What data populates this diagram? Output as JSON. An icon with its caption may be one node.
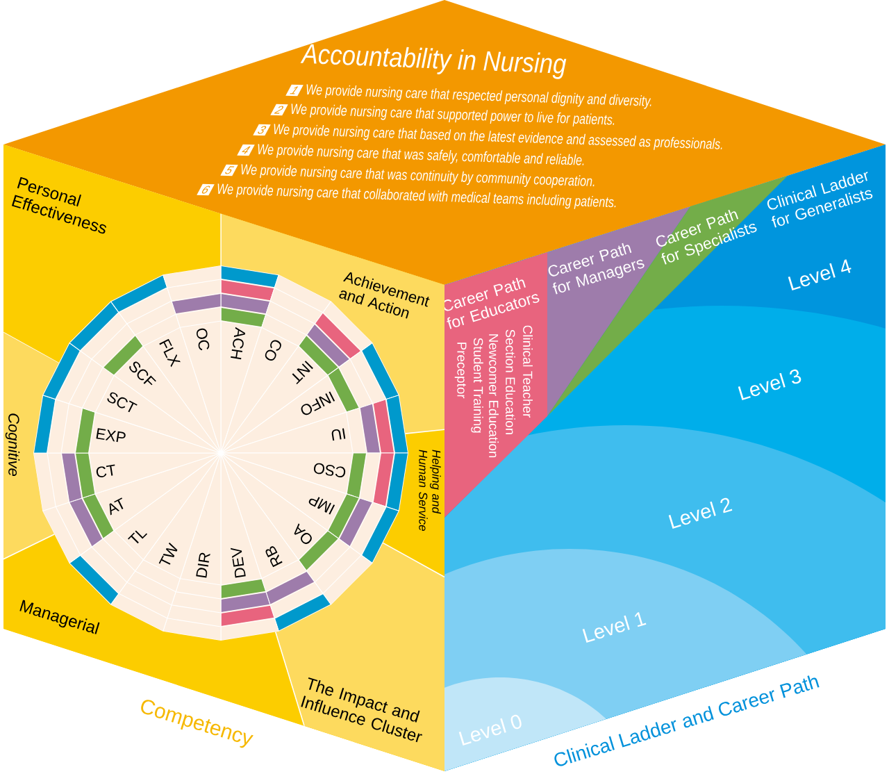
{
  "diagram": {
    "nodes": [
      {
        "text": [
          "Accountability in Nursing"
        ]
      },
      {
        "text": [
          "1"
        ],
        "in": 0,
        "beside": [
          "We provide nursing care that respected personal dignity and diversity."
        ]
      },
      {
        "text": [
          "2"
        ],
        "in": 0,
        "beside": [
          "We provide nursing care that supported power to live for patients."
        ]
      },
      {
        "text": [
          "3"
        ],
        "in": 0,
        "beside": [
          "We provide nursing care that based on the latest evidence and assessed as professionals."
        ]
      },
      {
        "text": [
          "4"
        ],
        "in": 0,
        "beside": [
          "We provide nursing care that was safely, comfortable and reliable."
        ]
      },
      {
        "text": [
          "5"
        ],
        "in": 0,
        "beside": [
          "We provide nursing care that was continuity by community cooperation."
        ]
      },
      {
        "text": [
          "6"
        ],
        "in": 0,
        "beside": [
          "We provide nursing care that collaborated with medical teams including patients."
        ]
      },
      {
        "text": [
          "Competency"
        ]
      },
      {
        "text": [
          "Personal Effectiveness"
        ],
        "in": 7
      },
      {
        "text": [
          "Achievement and Action"
        ],
        "in": 7
      },
      {
        "text": [
          "Helping and Human Service"
        ],
        "in": 7
      },
      {
        "text": [
          "The Impact and Influence Cluster"
        ],
        "in": 7
      },
      {
        "text": [
          "Managerial"
        ],
        "in": 7
      },
      {
        "text": [
          "Cognitive"
        ],
        "in": 7
      },
      {
        "text": [
          "ACH"
        ],
        "in": 7
      },
      {
        "text": [
          "CO"
        ],
        "in": 7
      },
      {
        "text": [
          "INT"
        ],
        "in": 7
      },
      {
        "text": [
          "INFO"
        ],
        "in": 7
      },
      {
        "text": [
          "IU"
        ],
        "in": 7
      },
      {
        "text": [
          "CSO"
        ],
        "in": 7
      },
      {
        "text": [
          "IMP"
        ],
        "in": 7
      },
      {
        "text": [
          "OA"
        ],
        "in": 7
      },
      {
        "text": [
          "RB"
        ],
        "in": 7
      },
      {
        "text": [
          "DEV"
        ],
        "in": 7
      },
      {
        "text": [
          "DIR"
        ],
        "in": 7
      },
      {
        "text": [
          "TW"
        ],
        "in": 7
      },
      {
        "text": [
          "TL"
        ],
        "in": 7
      },
      {
        "text": [
          "AT"
        ],
        "in": 7
      },
      {
        "text": [
          "CT"
        ],
        "in": 7
      },
      {
        "text": [
          "EXP"
        ],
        "in": 7
      },
      {
        "text": [
          "SCT"
        ],
        "in": 7
      },
      {
        "text": [
          "SCF"
        ],
        "in": 7
      },
      {
        "text": [
          "FLX"
        ],
        "in": 7
      },
      {
        "text": [
          "OC"
        ],
        "in": 7
      },
      {
        "text": [
          "Clinical Ladder and Career Path"
        ]
      },
      {
        "text": [
          "Career Path for Educators",
          "Clinical Teacher",
          "Section Education",
          "Newcomer Education",
          "Student Training",
          "Preceptor"
        ],
        "in": 34
      },
      {
        "text": [
          "Career Path for Managers"
        ],
        "in": 34
      },
      {
        "text": [
          "Career Path for Specialists"
        ],
        "in": 34
      },
      {
        "text": [
          "Clinical Ladder for Generalists",
          "Level 4"
        ],
        "in": 34
      },
      {
        "text": [
          "Level 3"
        ],
        "in": 34
      },
      {
        "text": [
          "Level 2"
        ],
        "in": 39
      },
      {
        "text": [
          "Level 1"
        ],
        "in": 40
      },
      {
        "text": [
          "Level 0"
        ],
        "in": 41
      }
    ]
  }
}
